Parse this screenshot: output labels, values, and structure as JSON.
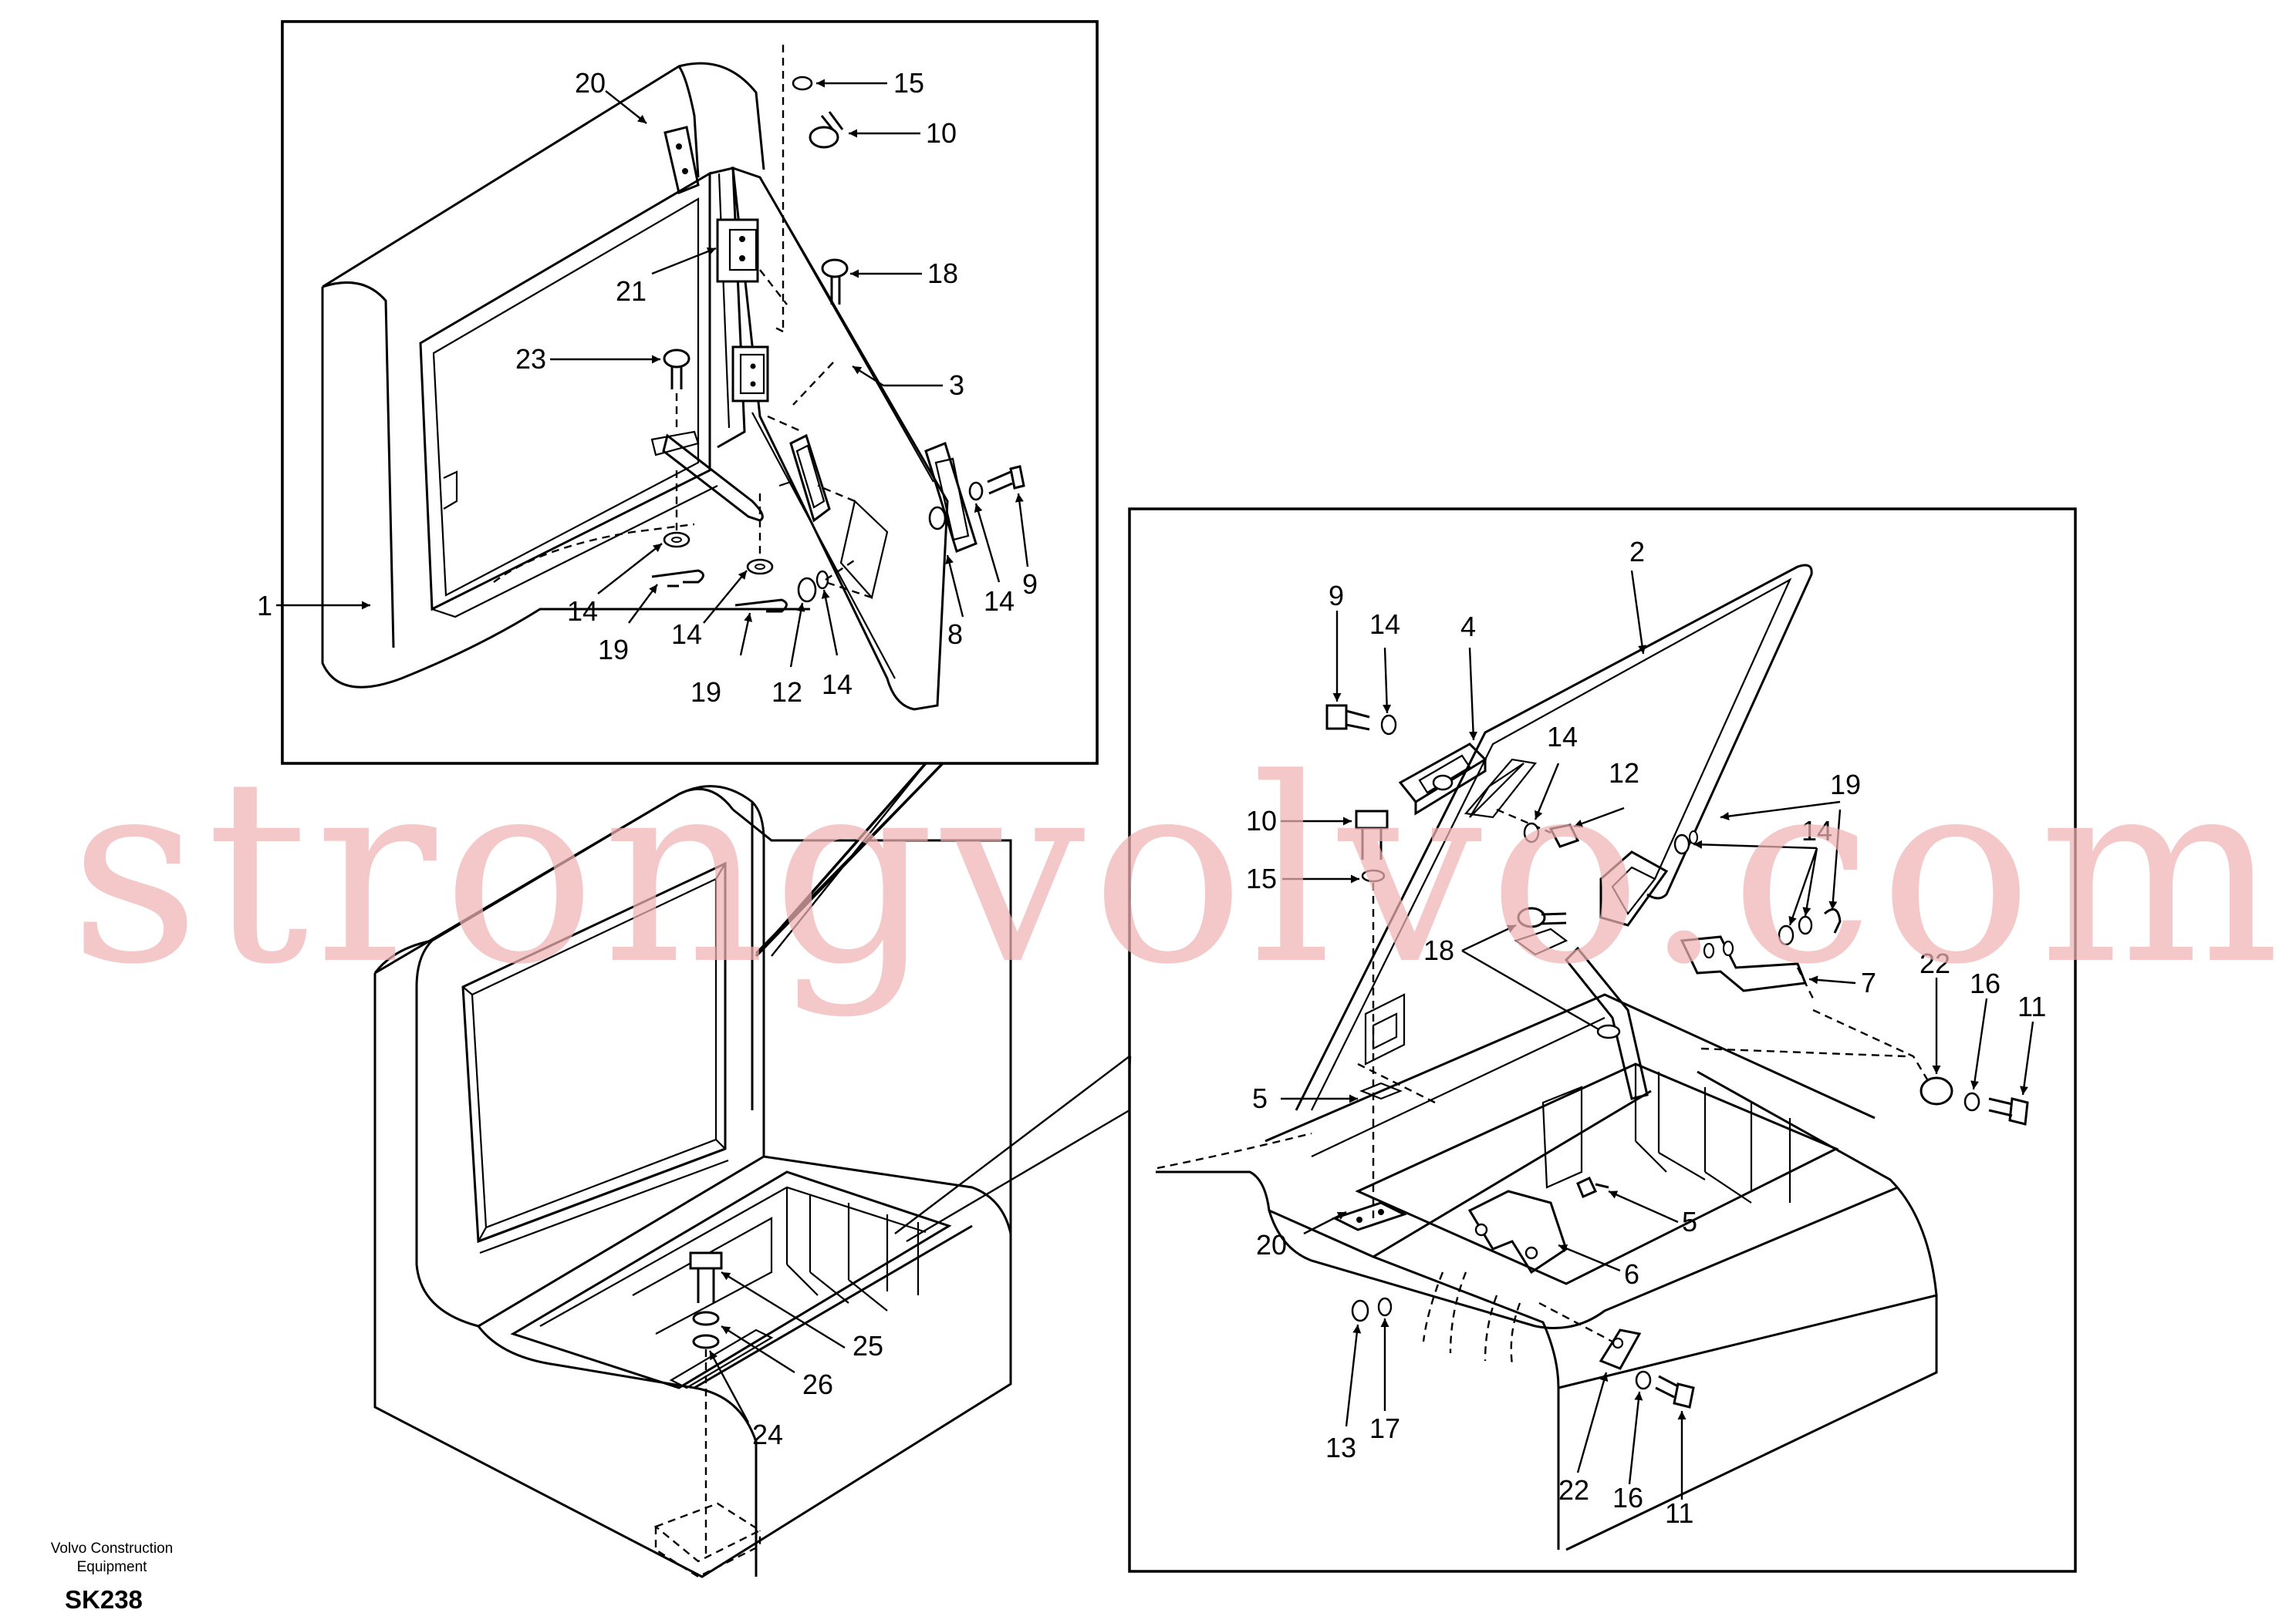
{
  "callouts_inset_top": [
    "20",
    "15",
    "10",
    "21",
    "18",
    "23",
    "3",
    "9",
    "14",
    "8",
    "14",
    "19",
    "14",
    "19",
    "12",
    "14"
  ],
  "callouts_main": [
    "1",
    "25",
    "26",
    "24"
  ],
  "callouts_inset_right": [
    "2",
    "9",
    "14",
    "4",
    "14",
    "12",
    "19",
    "14",
    "10",
    "15",
    "18",
    "7",
    "22",
    "16",
    "11",
    "5",
    "5",
    "20",
    "6",
    "13",
    "17",
    "22",
    "16",
    "11"
  ],
  "watermark": "strongvolvo.com",
  "footer": {
    "company_line1": "Volvo Construction",
    "company_line2": "Equipment",
    "code": "SK238"
  }
}
